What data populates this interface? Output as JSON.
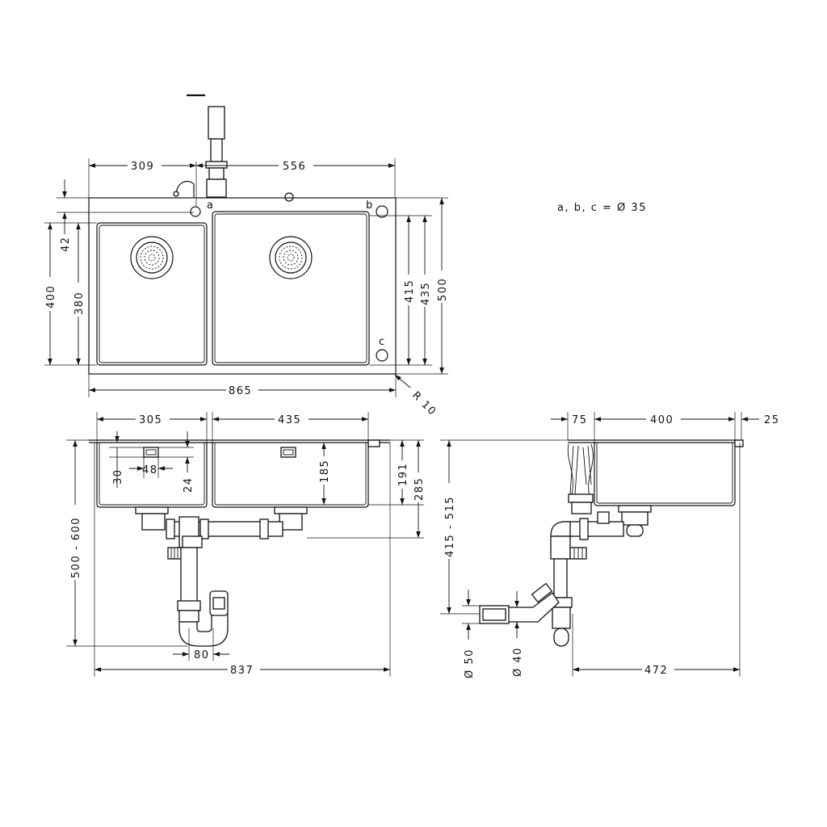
{
  "legend_note": "a, b, c = Ø 35",
  "hole_labels": {
    "a": "a",
    "b": "b",
    "c": "c"
  },
  "top_view": {
    "width_left": "309",
    "width_right": "556",
    "depth_offset": "42",
    "bowl_left_depth": "400",
    "bowl_left_inner": "380",
    "bowl_right_depth": "415",
    "bowl_right_outer": "435",
    "overall_depth": "500",
    "overall_width": "865",
    "corner_radius": "R 10"
  },
  "front_view": {
    "bowl_left_width": "305",
    "bowl_right_width": "435",
    "overflow_offset": "30",
    "overflow_width": "48",
    "overflow_height": "24",
    "depth_185": "185",
    "depth_191": "191",
    "depth_285": "285",
    "install_height": "500 - 600",
    "trap_width": "80",
    "overall_width": "837"
  },
  "side_view": {
    "rim_75": "75",
    "bowl_400": "400",
    "lip_25": "25",
    "install_height": "415 - 515",
    "pipe_50": "Ø 50",
    "pipe_40": "Ø 40",
    "overall_depth": "472"
  }
}
